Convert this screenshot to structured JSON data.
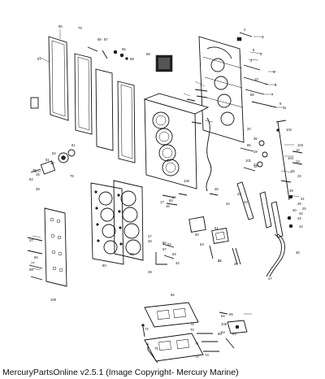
{
  "caption": "MercuryPartsOnline v2.5.1 (Image Copyright- Mercury Marine)",
  "callouts": [
    "1",
    "2",
    "3",
    "4",
    "5",
    "6",
    "7",
    "8",
    "9",
    "10",
    "11",
    "12",
    "13",
    "14",
    "15",
    "16",
    "17",
    "18",
    "19",
    "20",
    "21",
    "22",
    "23",
    "24",
    "25",
    "26",
    "27",
    "28",
    "29",
    "30",
    "31",
    "32",
    "33",
    "34",
    "35",
    "36",
    "37",
    "38",
    "39",
    "40",
    "41",
    "42",
    "43",
    "44",
    "45",
    "46",
    "47",
    "48",
    "49",
    "50",
    "51",
    "52",
    "53",
    "54",
    "55",
    "56",
    "57",
    "58",
    "59",
    "60",
    "61",
    "62",
    "63",
    "64",
    "65",
    "66",
    "67",
    "68",
    "69",
    "70",
    "71",
    "72",
    "73",
    "74",
    "75",
    "76",
    "77",
    "78",
    "79",
    "80",
    "81",
    "82",
    "83",
    "84",
    "85",
    "86",
    "87",
    "88",
    "89",
    "90",
    "100",
    "101",
    "102",
    "103",
    "104",
    "105",
    "106"
  ]
}
